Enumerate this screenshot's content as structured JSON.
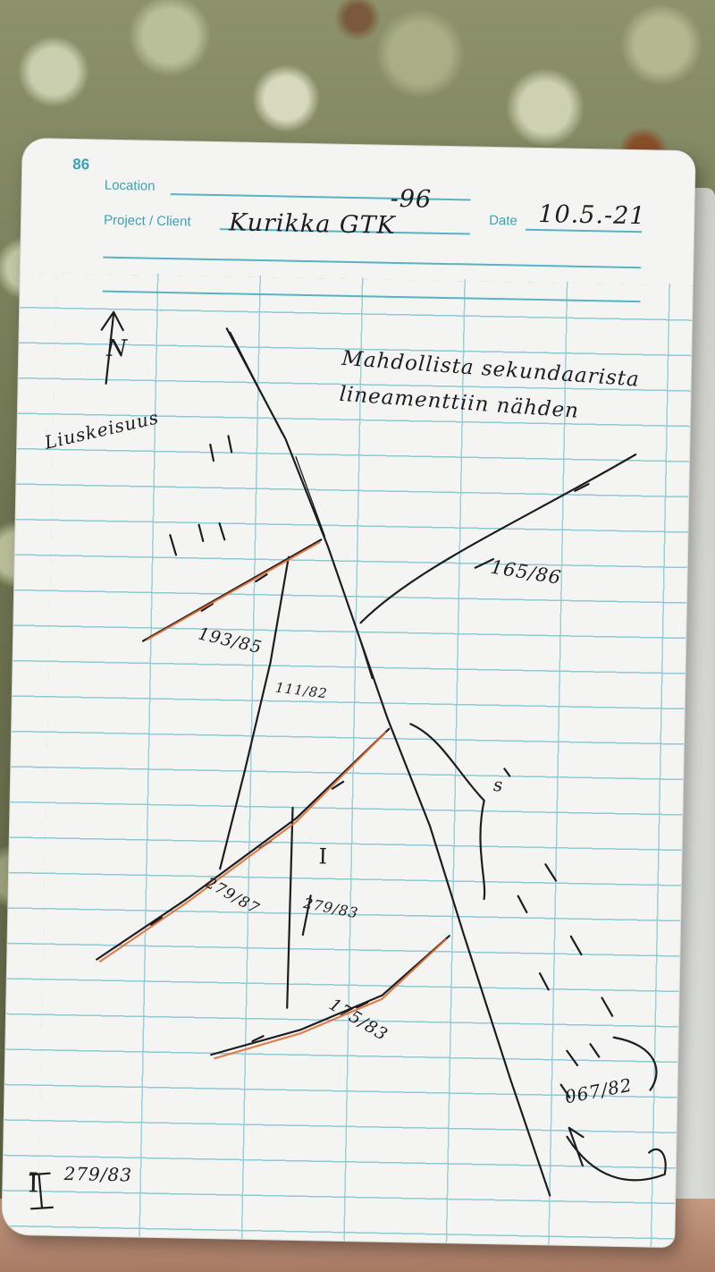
{
  "notebook": {
    "page_number": "86",
    "labels": {
      "location": "Location",
      "project_client": "Project / Client",
      "date": "Date"
    },
    "values": {
      "location": "-96",
      "project_client": "Kurikka GTK",
      "date": "10.5.-21"
    }
  },
  "sketch": {
    "north_label": "N",
    "foliation_label": "Liuskeisuus",
    "title_line_1": "Mahdollista sekundaarista",
    "title_line_2": "lineamenttiin nähden",
    "measurements": {
      "m1": "165/86",
      "m2": "193/85",
      "m3": "111/82",
      "m4": "279/87",
      "m5": "279/83",
      "m6": "175/83",
      "m7": "067/82",
      "symbol_i": "I",
      "symbol_s": "s"
    },
    "legend": {
      "symbol": "I",
      "value": "279/83"
    }
  },
  "colors": {
    "ink": "#1d1d22",
    "grid": "#8fc9d3",
    "print": "#39a4b8",
    "highlight": "#e0692e"
  }
}
